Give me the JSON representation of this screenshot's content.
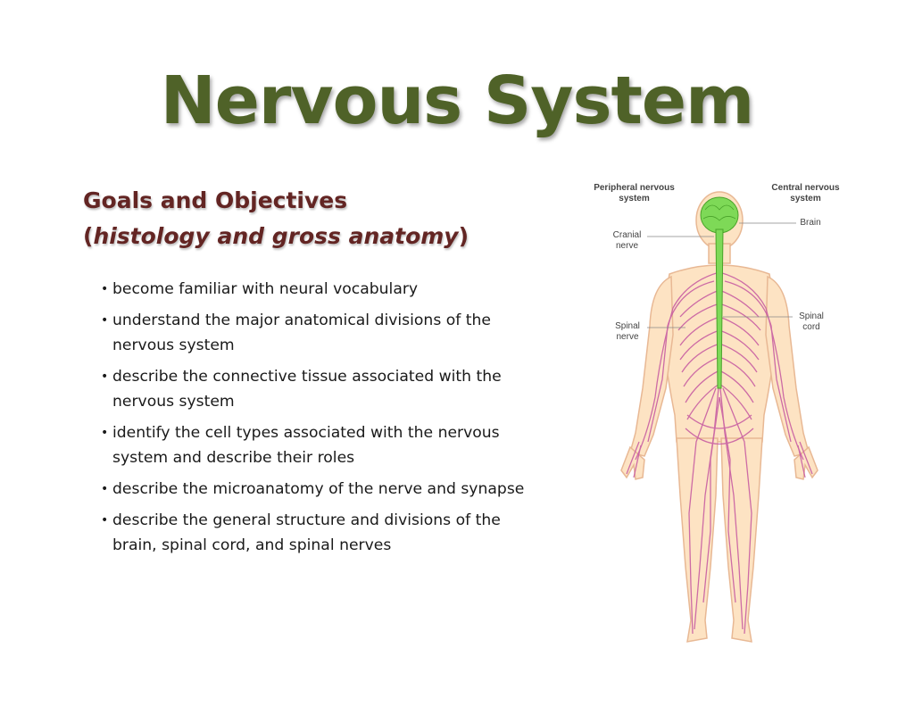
{
  "title": "Nervous System",
  "subhead": {
    "line1": "Goals and Objectives",
    "open_paren": "(",
    "line2_italic": "histology and gross anatomy",
    "close_paren": ")"
  },
  "objectives": [
    "become familiar with neural vocabulary",
    "understand the major anatomical divisions of the nervous system",
    "describe the connective tissue associated with the nervous system",
    "identify the cell types associated with the nervous system and describe their roles",
    "describe the microanatomy of the nerve and synapse",
    "describe the general structure and divisions of the brain, spinal cord, and spinal nerves"
  ],
  "figure": {
    "peripheral": "Peripheral nervous system",
    "central": "Central nervous system",
    "cranial": "Cranial nerve",
    "brain": "Brain",
    "spinal_nerve": "Spinal nerve",
    "spinal_cord": "Spinal cord"
  },
  "colors": {
    "title": "#4f6228",
    "subhead": "#632523",
    "body_fill": "#fde3c3",
    "nerves": "#c85fa2",
    "cns": "#7ed957"
  }
}
